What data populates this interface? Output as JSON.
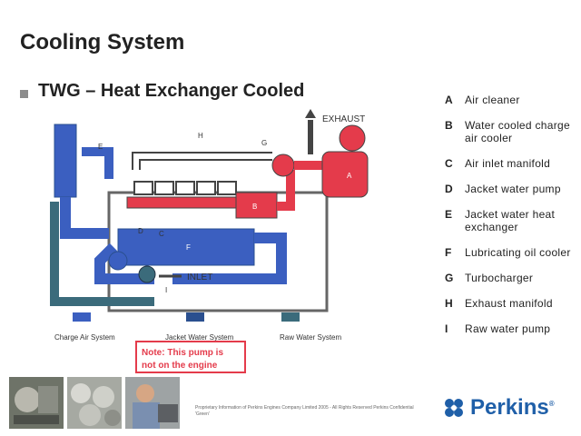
{
  "title": "Cooling System",
  "subtitle": "TWG – Heat Exchanger Cooled",
  "diagram": {
    "exhaust_label": "EXHAUST",
    "inlet_label": "INLET",
    "letters": {
      "A": "A",
      "B": "B",
      "C": "C",
      "D": "D",
      "E": "E",
      "F": "F",
      "G": "G",
      "H": "H",
      "I": "I"
    },
    "system_legend": [
      "Charge Air System",
      "Jacket Water System",
      "Raw Water System"
    ],
    "note": [
      "Note: This pump is",
      "not on the engine"
    ],
    "colors": {
      "charge_air": "#3b5fc0",
      "jacket_water": "#2a4f8f",
      "raw_water": "#3b6b7b",
      "air": "#e43b4b"
    }
  },
  "legend": [
    {
      "key": "A",
      "text": "Air cleaner"
    },
    {
      "key": "B",
      "text": "Water cooled charge air cooler"
    },
    {
      "key": "C",
      "text": "Air inlet manifold"
    },
    {
      "key": "D",
      "text": "Jacket water pump"
    },
    {
      "key": "E",
      "text": "Jacket water heat exchanger"
    },
    {
      "key": "F",
      "text": "Lubricating oil cooler"
    },
    {
      "key": "G",
      "text": "Turbocharger"
    },
    {
      "key": "H",
      "text": "Exhaust manifold"
    },
    {
      "key": "I",
      "text": "Raw water pump"
    }
  ],
  "footer": {
    "confidential": "Proprietary Information of Perkins Engines Company Limited 2005 - All Rights Reserved Perkins Confidential 'Green'"
  },
  "logo": {
    "text": "Perkins",
    "mark": "®",
    "icon": "perkins-logo-icon",
    "color": "#1f5fa8"
  }
}
